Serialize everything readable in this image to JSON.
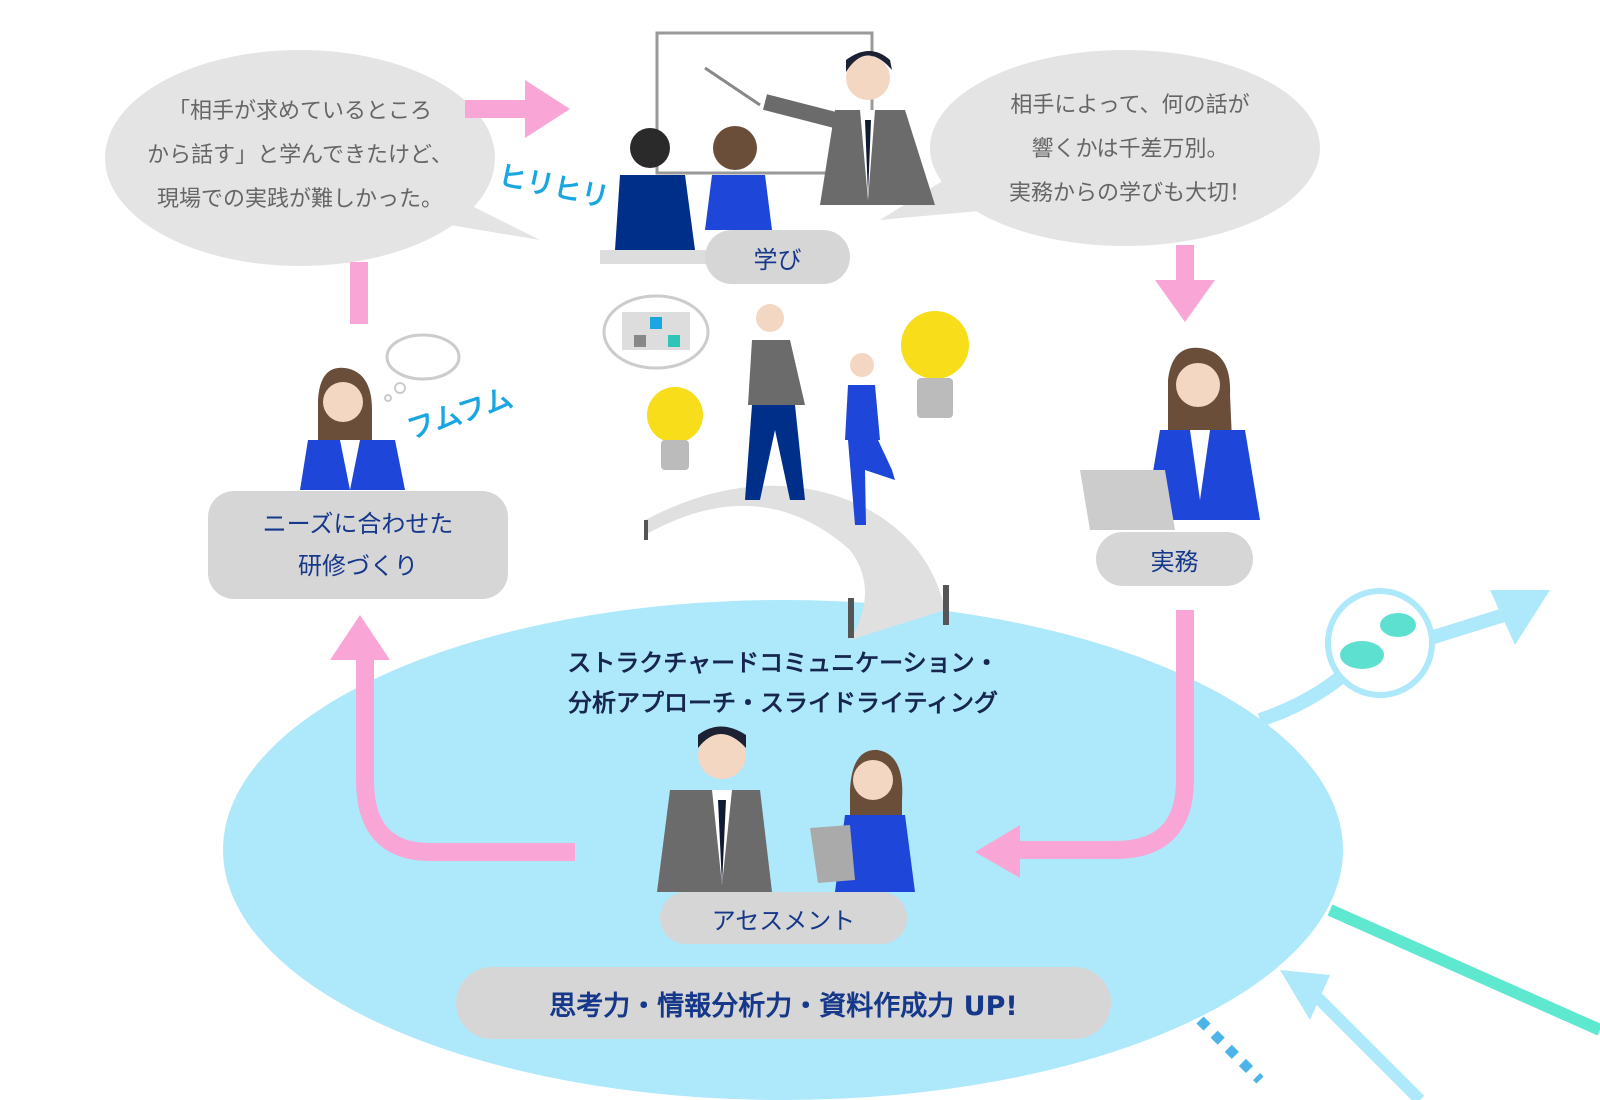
{
  "bubble_left": {
    "lines": [
      "「相手が求めているところ",
      "から話す」と学んできたけど、",
      "現場での実践が難しかった。"
    ]
  },
  "bubble_right": {
    "lines": [
      "相手によって、何の話が",
      "響くかは千差万別。",
      "実務からの学びも大切！"
    ]
  },
  "onomatopoeia": {
    "hirihiri": "ヒリヒリ",
    "fumufumu": "フムフム"
  },
  "steps": {
    "learning": "学び",
    "practice": "実務",
    "assessment": "アセスメント",
    "custom_training_line1": "ニーズに合わせた",
    "custom_training_line2": "研修づくり"
  },
  "center": {
    "line1": "ストラクチャードコミュニケーション・",
    "line2": "分析アプローチ・スライドライティング"
  },
  "outcome": "思考力・情報分析力・資料作成力 UP!",
  "colors": {
    "ellipse": "#aee8fb",
    "arrow": "#f9a6d6",
    "pill": "#d6d6d6",
    "text_navy": "#16388a",
    "suit_blue": "#1e46d8",
    "suit_grey": "#6b6b6b"
  }
}
